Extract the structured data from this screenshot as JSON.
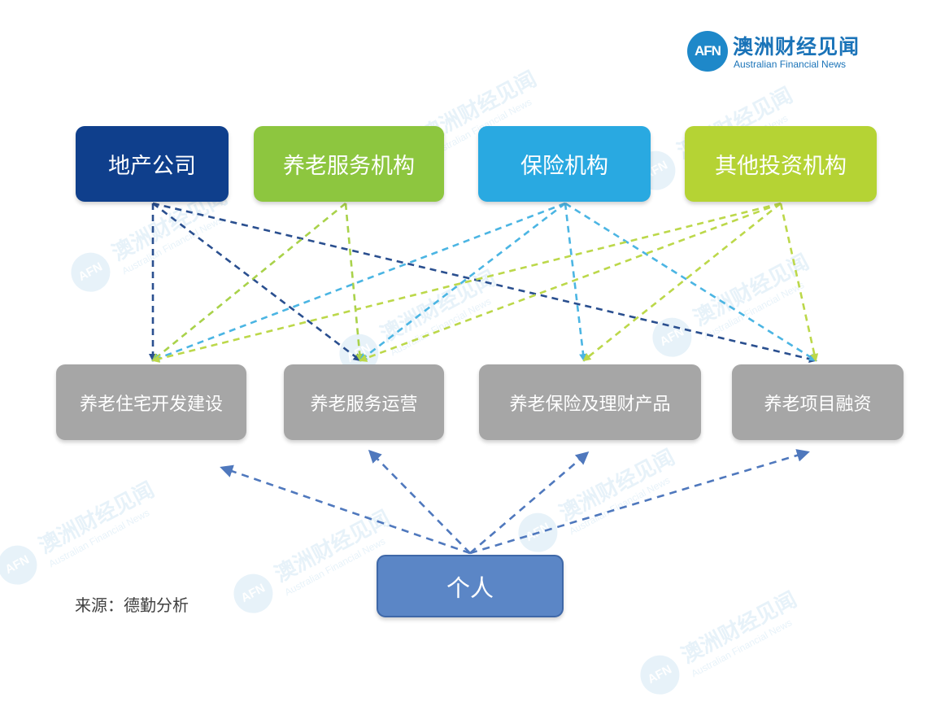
{
  "logo": {
    "mark": "AFN",
    "name_cn": "澳洲财经见闻",
    "name_en": "Australian Financial News"
  },
  "watermark": {
    "mark": "AFN",
    "name_cn": "澳洲财经见闻",
    "name_en": "Australian Financial News"
  },
  "top_nodes": [
    {
      "label": "地产公司",
      "color": "#0f3f8c"
    },
    {
      "label": "养老服务机构",
      "color": "#8dc63f"
    },
    {
      "label": "保险机构",
      "color": "#29a9e1"
    },
    {
      "label": "其他投资机构",
      "color": "#b5d334"
    }
  ],
  "middle_nodes": [
    {
      "label": "养老住宅开发建设"
    },
    {
      "label": "养老服务运营"
    },
    {
      "label": "养老保险及理财产品"
    },
    {
      "label": "养老项目融资"
    }
  ],
  "bottom_node": {
    "label": "个人",
    "color": "#5b86c6"
  },
  "source": "来源：德勤分析",
  "edge_colors": {
    "地产公司": "#2a4f8f",
    "养老服务机构": "#a9d24a",
    "保险机构": "#4bb5e3",
    "其他投资机构": "#bcd84a",
    "个人": "#4f78bd"
  }
}
